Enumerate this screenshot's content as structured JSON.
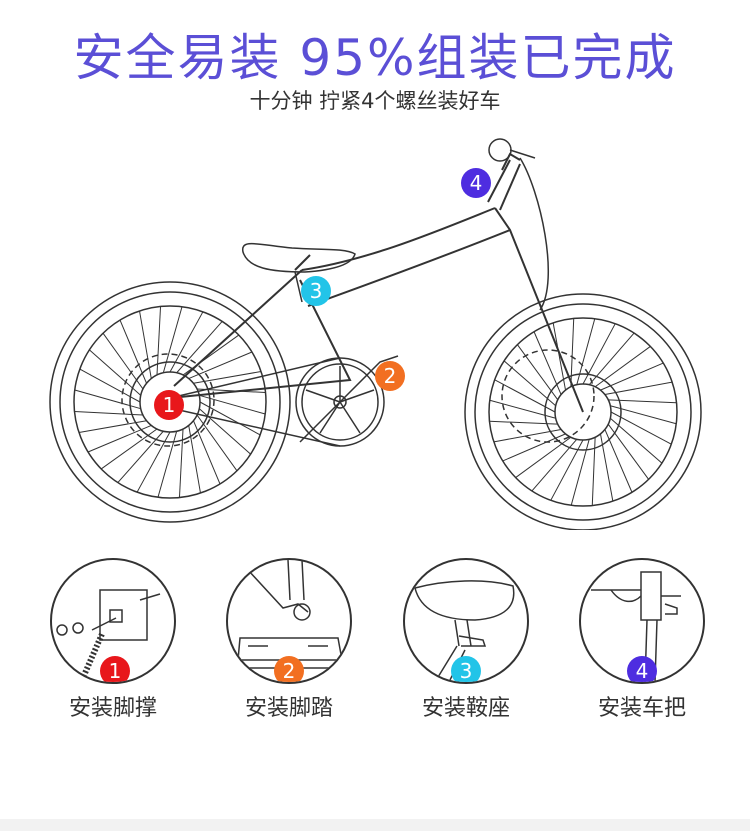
{
  "header": {
    "title": "安全易装 95%组装已完成",
    "subtitle": "十分钟 拧紧4个螺丝装好车"
  },
  "markers": [
    {
      "number": "1",
      "color": "#e8171b"
    },
    {
      "number": "2",
      "color": "#f26f21"
    },
    {
      "number": "3",
      "color": "#22c4e8"
    },
    {
      "number": "4",
      "color": "#4e2de0"
    }
  ],
  "steps": [
    {
      "number": "1",
      "label": "安装脚撑",
      "color": "#e8171b"
    },
    {
      "number": "2",
      "label": "安装脚踏",
      "color": "#f26f21"
    },
    {
      "number": "3",
      "label": "安装鞍座",
      "color": "#22c4e8"
    },
    {
      "number": "4",
      "label": "安装车把",
      "color": "#4e2de0"
    }
  ],
  "colors": {
    "title": "#5b4fd6",
    "text": "#333333"
  }
}
